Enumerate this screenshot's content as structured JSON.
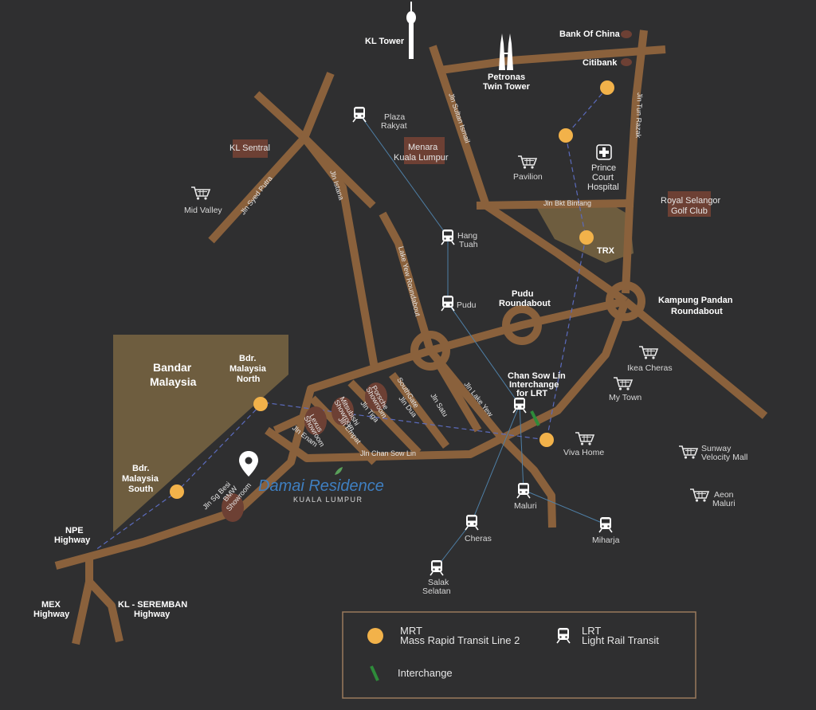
{
  "colors": {
    "background": "#2f2f30",
    "road": "#8a613c",
    "district": "#6e5d3f",
    "mrt": "#f2b24a",
    "transit_line": "#4e7fa6",
    "mrt_line": "#5b6bbd",
    "interchange": "#2e8b3a",
    "label_box": "#6d4034"
  },
  "icons": {
    "lrt": "train-icon",
    "mall": "shopping-cart-icon",
    "hospital": "hospital-cross-icon",
    "location": "map-pin-icon",
    "tower": "kl-tower-icon",
    "twin_tower": "petronas-towers-icon"
  },
  "landmarks": {
    "kl_tower": "KL Tower",
    "bank_of_china": "Bank Of China",
    "citibank": "Citibank",
    "petronas_1": "Petronas",
    "petronas_2": "Twin Tower",
    "kl_sentral": "KL Sentral",
    "menara_1": "Menara",
    "menara_2": "Kuala Lumpur",
    "royal_selangor_1": "Royal Selangor",
    "royal_selangor_2": "Golf Club",
    "prince_court_1": "Prince",
    "prince_court_2": "Court",
    "prince_court_3": "Hospital",
    "trx": "TRX",
    "pudu_roundabout_1": "Pudu",
    "pudu_roundabout_2": "Roundabout",
    "kampung_pandan_1": "Kampung Pandan",
    "kampung_pandan_2": "Roundabout",
    "bandar_1": "Bandar",
    "bandar_2": "Malaysia",
    "bdr_north_1": "Bdr.",
    "bdr_north_2": "Malaysia",
    "bdr_north_3": "North",
    "bdr_south_1": "Bdr.",
    "bdr_south_2": "Malaysia",
    "bdr_south_3": "South",
    "npe_1": "NPE",
    "npe_2": "Highway",
    "mex_1": "MEX",
    "mex_2": "Highway",
    "klseremban_1": "KL - SEREMBAN",
    "klseremban_2": "Highway",
    "chan_sow_lin_1": "Chan Sow Lin",
    "chan_sow_lin_2": "Interchange",
    "chan_sow_lin_3": "for LRT"
  },
  "malls": {
    "mid_valley": "Mid Valley",
    "pavilion": "Pavilion",
    "ikea": "Ikea Cheras",
    "my_town": "My Town",
    "viva_home": "Viva Home",
    "sunway_1": "Sunway",
    "sunway_2": "Velocity Mall",
    "aeon_1": "Aeon",
    "aeon_2": "Maluri"
  },
  "stations": {
    "plaza_rakyat_1": "Plaza",
    "plaza_rakyat_2": "Rakyat",
    "hang_tuah_1": "Hang",
    "hang_tuah_2": "Tuah",
    "pudu": "Pudu",
    "maluri": "Maluri",
    "cheras": "Cheras",
    "miharja": "Miharja",
    "salak_1": "Salak",
    "salak_2": "Selatan"
  },
  "roads": {
    "jln_sultan_ismail": "Jln Sultan Ismail",
    "jln_tun_razak": "Jln Tun Razak",
    "jln_bkt_bintang": "Jln Bkt Bintang",
    "jln_syed_putra": "Jln Syed Putra",
    "jln_istana": "Jln Istana",
    "lake_yew_roundabout": "Lake Yew Roundabout",
    "jln_lake_yew": "Jln Lake Yew",
    "jln_chan_sow_lin": "Jln Chan Sow Lin",
    "jln_sg_besi": "Jln Sg Besi",
    "jln_enam": "Jln Enam",
    "jln_empat": "Jln Empat",
    "jln_tiga": "Jln Tiga",
    "jln_dua": "Jln Dua",
    "jln_satu": "Jln Satu"
  },
  "showrooms": {
    "lexus_1": "Lexus",
    "lexus_2": "Showroom",
    "mitsubishi_1": "Mitsubishi",
    "mitsubishi_2": "Showroom",
    "porsche_1": "Porsche",
    "porsche_2": "Showroom",
    "bmw_1": "BMW",
    "bmw_2": "Showroom",
    "southgate": "SouthGate"
  },
  "brand": {
    "name": "Damai Residence",
    "city": "KUALA LUMPUR"
  },
  "legend": {
    "mrt_1": "MRT",
    "mrt_2": "Mass Rapid Transit Line 2",
    "lrt_1": "LRT",
    "lrt_2": "Light Rail Transit",
    "interchange": "Interchange"
  }
}
